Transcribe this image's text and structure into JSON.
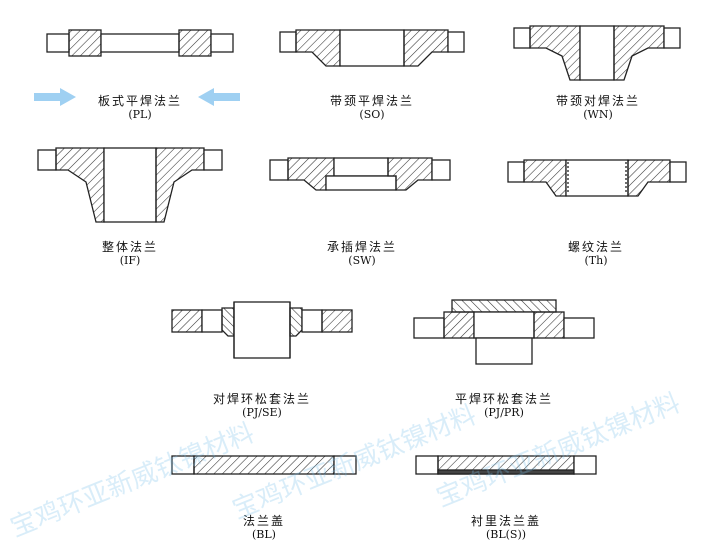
{
  "flanges": [
    {
      "id": "pl",
      "name": "板式平焊法兰",
      "abbr": "(PL)"
    },
    {
      "id": "so",
      "name": "带颈平焊法兰",
      "abbr": "(SO)"
    },
    {
      "id": "wn",
      "name": "带颈对焊法兰",
      "abbr": "(WN)"
    },
    {
      "id": "if",
      "name": "整体法兰",
      "abbr": "(IF)"
    },
    {
      "id": "sw",
      "name": "承插焊法兰",
      "abbr": "(SW)"
    },
    {
      "id": "th",
      "name": "螺纹法兰",
      "abbr": "(Th)"
    },
    {
      "id": "pjse",
      "name": "对焊环松套法兰",
      "abbr": "(PJ/SE)"
    },
    {
      "id": "pjpr",
      "name": "平焊环松套法兰",
      "abbr": "(PJ/PR)"
    },
    {
      "id": "bl",
      "name": "法兰盖",
      "abbr": "(BL)"
    },
    {
      "id": "bls",
      "name": "衬里法兰盖",
      "abbr": "(BL(S))"
    }
  ],
  "watermark": "宝鸡环亚新威钛镍材料",
  "colors": {
    "line": "#222222",
    "hatch": "#333333",
    "arrow": "#9fd0f2",
    "bore": "#ffffff"
  }
}
